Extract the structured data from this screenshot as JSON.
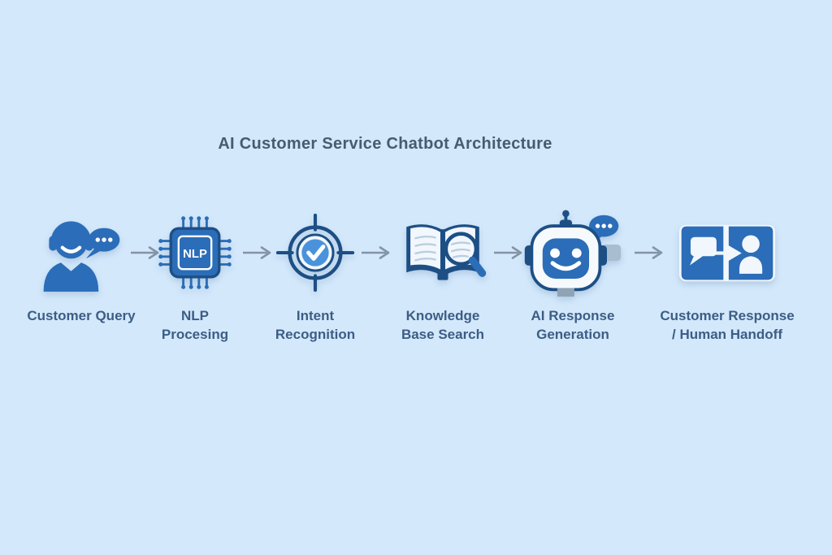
{
  "title": "AI Customer Service Chatbot Architecture",
  "diagram": {
    "type": "horizontal-flow",
    "connector_count": 5,
    "chip_label": "NLP",
    "stages": [
      {
        "id": "customer-query",
        "line1": "Customer Query",
        "line2": "",
        "icon": "customer-headset-icon"
      },
      {
        "id": "nlp-processing",
        "line1": "NLP",
        "line2": "Procesing",
        "icon": "nlp-chip-icon"
      },
      {
        "id": "intent-recognition",
        "line1": "Intent",
        "line2": "Recognition",
        "icon": "intent-target-check-icon"
      },
      {
        "id": "knowledge-base-search",
        "line1": "Knowledge",
        "line2": "Base Search",
        "icon": "book-magnifier-icon"
      },
      {
        "id": "ai-response-generation",
        "line1": "AI Response",
        "line2": "Generation",
        "icon": "robot-chat-icon"
      },
      {
        "id": "customer-response-handoff",
        "line1": "Customer Response",
        "line2": "/ Human Handoff",
        "icon": "chat-to-person-handoff-icon"
      }
    ]
  },
  "colors": {
    "background": "#d3e8fb",
    "icon_blue": "#2b6db8",
    "icon_dark": "#1d4f85",
    "icon_light_blue": "#4a93dc",
    "icon_paper": "#f2f7fd",
    "icon_gray": "#a9bdd0",
    "neck_gray": "#8fa3b6",
    "arrow_gray": "#8394a6",
    "title_color": "#485b70",
    "label_color": "#3c5d85"
  }
}
